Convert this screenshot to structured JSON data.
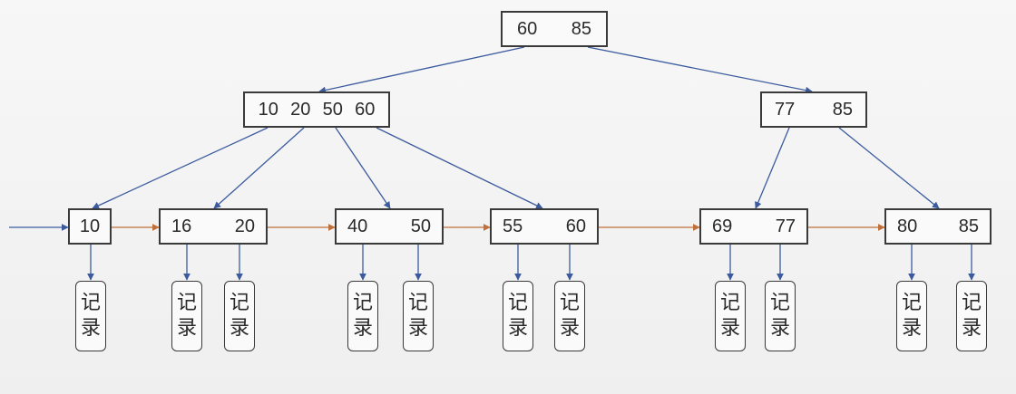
{
  "colors": {
    "tree_edge": "#3b5b9e",
    "leaf_link": "#c0703a",
    "node_border": "#3a3a3a",
    "text": "#2a2a2a"
  },
  "root": {
    "keys": [
      "60",
      "85"
    ]
  },
  "internal": [
    {
      "keys": [
        "10",
        "20",
        "50",
        "60"
      ]
    },
    {
      "keys": [
        "77",
        "85"
      ]
    }
  ],
  "leaves": [
    {
      "keys": [
        "10"
      ]
    },
    {
      "keys": [
        "16",
        "20"
      ]
    },
    {
      "keys": [
        "40",
        "50"
      ]
    },
    {
      "keys": [
        "55",
        "60"
      ]
    },
    {
      "keys": [
        "69",
        "77"
      ]
    },
    {
      "keys": [
        "80",
        "85"
      ]
    }
  ],
  "record": {
    "char1": "记",
    "char2": "录"
  }
}
